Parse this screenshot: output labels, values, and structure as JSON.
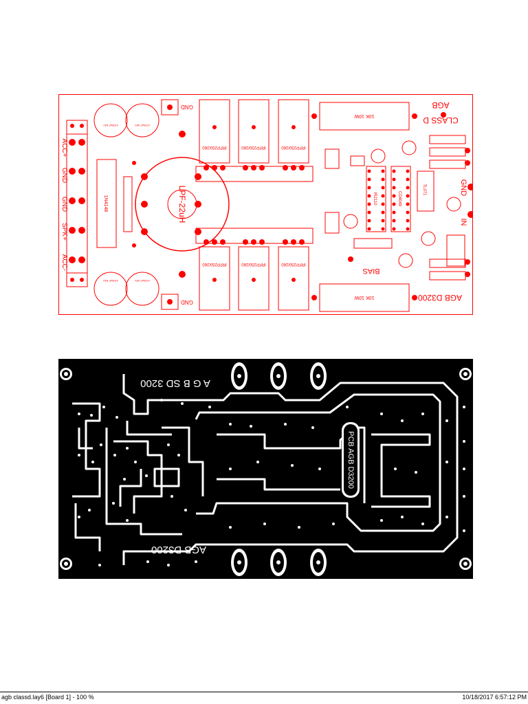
{
  "colors": {
    "silkscreen": "#ff0000",
    "copper": "#000000",
    "background": "#ffffff"
  },
  "top_layer": {
    "title_line1": "AGB",
    "title_line2": "CLASS D",
    "model_label": "AGB D3200",
    "inductor_label": "LPF-22uH",
    "bias_label": "BIAS",
    "in_label": "IN",
    "gnd_in_label": "GND",
    "resistor_top": "10K 10W",
    "resistor_bottom": "10K 10W",
    "ic_left": "IR2110",
    "ic_right": "CD4049",
    "ic_small": "TL071",
    "cap_label": "4700uF 63V",
    "diode_bridge": "1N4148",
    "mosfet_top": [
      "IRFP250/260",
      "IRFP250/260",
      "IRFP250/260"
    ],
    "mosfet_bottom": [
      "IRFP250/260",
      "IRFP250/260",
      "IRFP250/260"
    ],
    "connector_labels": [
      "ACC+",
      "GND",
      "GND",
      "SPK+",
      "ACC-"
    ],
    "gnd_top": "GND",
    "gnd_bottom": "GND"
  },
  "bottom_layer": {
    "label_sd": "A G B   SD 3200",
    "label_model": "AGB D3200",
    "label_vertical": "PCB AGB D3200"
  },
  "status_bar": {
    "left": "agb classd.lay6 [Board 1] - 100 %",
    "right": "10/18/2017 6:57:12 PM"
  }
}
